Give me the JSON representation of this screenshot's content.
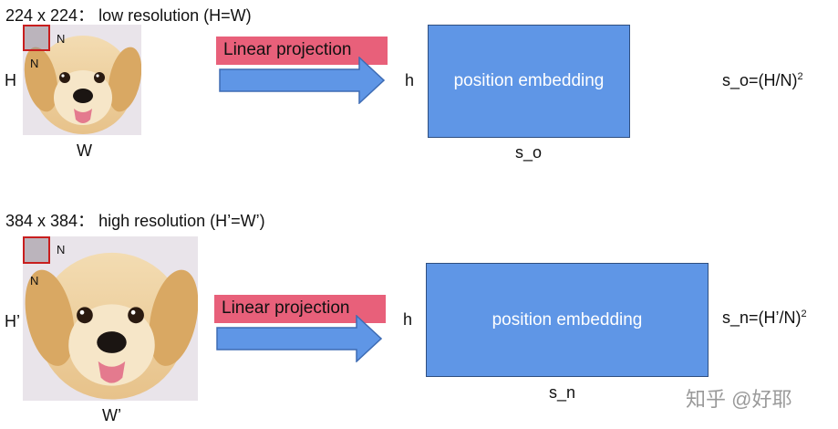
{
  "rows": [
    {
      "title": "224 x 224：  low resolution (H=W)",
      "patch_label_right": "N",
      "patch_label_below": "N",
      "side_label": "H",
      "bottom_label": "W",
      "projection_label": "Linear projection",
      "h_label": "h",
      "box_label": "position embedding",
      "box_caption": "s_o",
      "formula_main": "s_o=(H/N)",
      "formula_sup": "2"
    },
    {
      "title": "384 x 384：  high resolution (H’=W’)",
      "patch_label_right": "N",
      "patch_label_below": "N",
      "side_label": "H’",
      "bottom_label": "W’",
      "projection_label": "Linear projection",
      "h_label": "h",
      "box_label": "position embedding",
      "box_caption": "s_n",
      "formula_main": "s_n=(H’/N)",
      "formula_sup": "2"
    }
  ],
  "watermark": "知乎 @好耶",
  "colors": {
    "projection_bar": "#e8607a",
    "arrow": "#5f96e6",
    "box": "#5f96e6",
    "patch_border": "#c81e1e"
  }
}
